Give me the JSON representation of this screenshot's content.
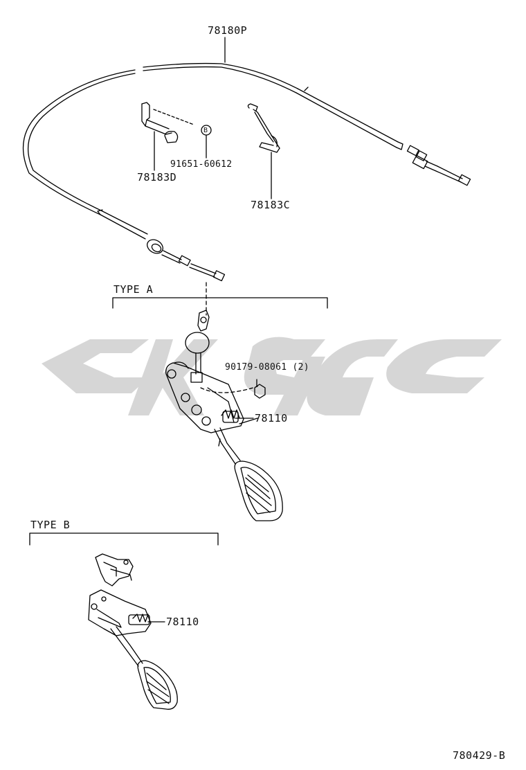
{
  "diagram": {
    "parts": {
      "cable": "78180P",
      "bracket": "78183D",
      "bracket_bolt": "91651-60612",
      "bolt_marker": "B",
      "clip": "78183C",
      "nut": "90179-08061 (2)",
      "pedal_type_a": "78110",
      "pedal_type_b": "78110"
    },
    "sections": {
      "type_a": "TYPE A",
      "type_b": "TYPE B"
    },
    "diagram_code": "780429-B",
    "colors": {
      "line": "#000000",
      "watermark": "#d6d6d6",
      "background": "#ffffff"
    }
  }
}
